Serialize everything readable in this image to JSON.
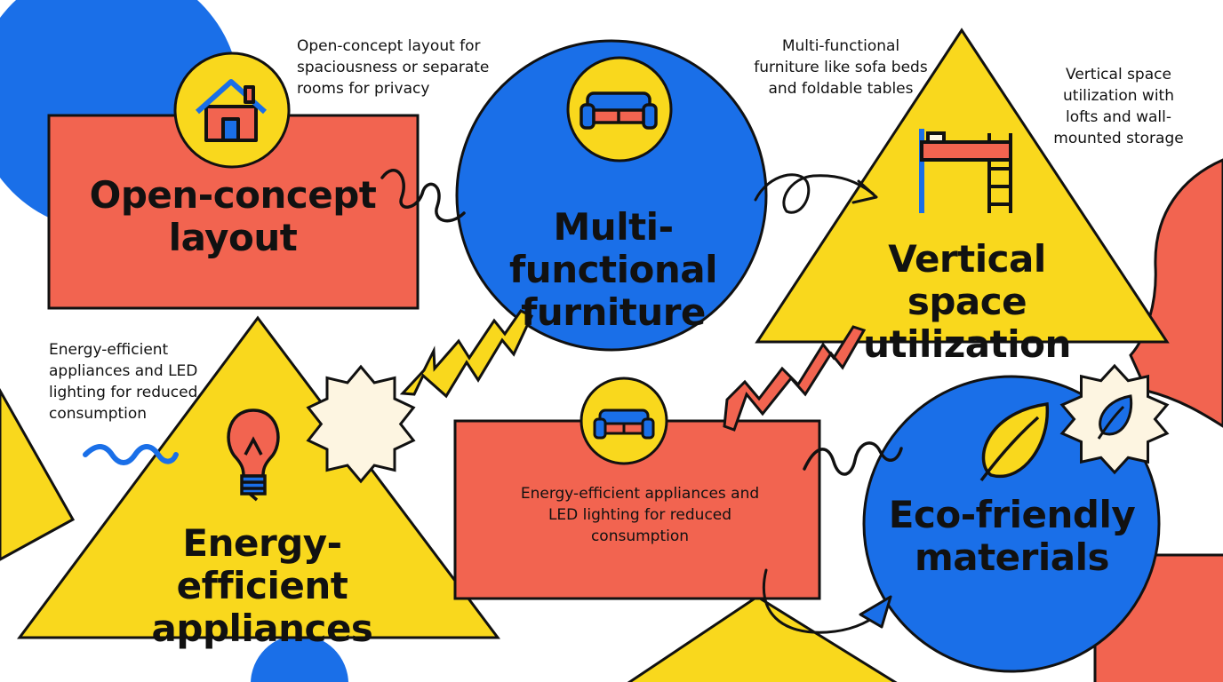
{
  "colors": {
    "red": "#F26450",
    "blue": "#1A6FE8",
    "yellow": "#F9D81D",
    "cream": "#FDF5E1",
    "ink": "#111111"
  },
  "items": [
    {
      "title_line1": "Open-concept",
      "title_line2": "layout",
      "description": "Open-concept layout for spaciousness or separate rooms for privacy",
      "icon": "house-icon"
    },
    {
      "title_line1": "Multi-functional",
      "title_line2": "furniture",
      "description": "Multi-functional furniture like sofa beds and foldable tables",
      "icon": "sofa-icon"
    },
    {
      "title_line1": "Vertical space",
      "title_line2": "utilization",
      "description": "Vertical space utilization with lofts and wall-mounted storage",
      "icon": "loft-bed-icon"
    },
    {
      "title_line1": "Energy-efficient",
      "title_line2": "appliances",
      "description": "Energy-efficient appliances and LED lighting for reduced consumption",
      "icon": "lightbulb-icon"
    },
    {
      "title_line1": "",
      "title_line2": "",
      "description": "Energy-efficient appliances and LED lighting for reduced consumption",
      "icon": "sofa-icon"
    },
    {
      "title_line1": "Eco-friendly",
      "title_line2": "materials",
      "description": "",
      "icon": "leaf-icon"
    }
  ]
}
